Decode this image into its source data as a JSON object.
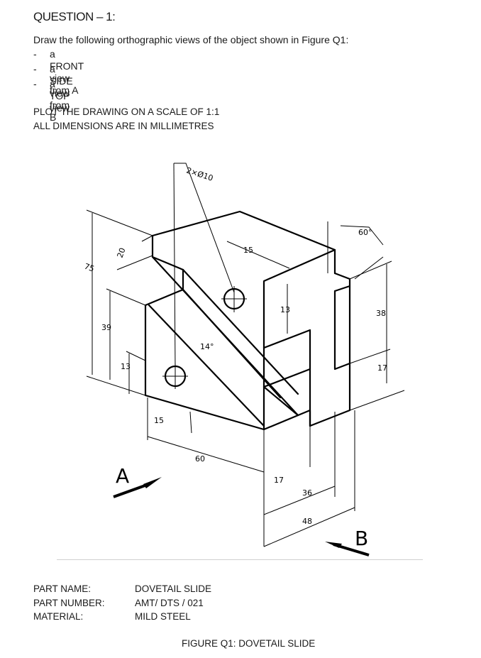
{
  "question_title": "QUESTION – 1:",
  "intro": "Draw the following orthographic views of the object shown in Figure Q1:",
  "views": [
    {
      "dash": "-",
      "text": "a FRONT view from A"
    },
    {
      "dash": "-",
      "text": "a SIDE view from B"
    },
    {
      "dash": "-",
      "text": "a TOP view"
    }
  ],
  "scale_note": "PLOT THE DRAWING ON A SCALE OF 1:1",
  "units_note": "ALL DIMENSIONS ARE IN MILLIMETRES",
  "drawing": {
    "dimensions": {
      "holes": "2×Ø10",
      "d75": "75",
      "d39": "39",
      "d13": "13",
      "d20": "20",
      "d15_left": "15",
      "d14deg": "14°",
      "d60": "60",
      "d15_top": "15",
      "d13_right": "13",
      "d17": "17",
      "d36": "36",
      "d48": "48",
      "d60deg": "60°",
      "d38": "38",
      "d17_right": "17"
    },
    "view_a_label": "A",
    "view_b_label": "B"
  },
  "part": {
    "name_label": "PART NAME:",
    "name_value": "DOVETAIL SLIDE",
    "number_label": "PART NUMBER:",
    "number_value": "AMT/ DTS / 021",
    "material_label": "MATERIAL:",
    "material_value": "MILD STEEL"
  },
  "figure_caption": "FIGURE Q1: DOVETAIL SLIDE"
}
